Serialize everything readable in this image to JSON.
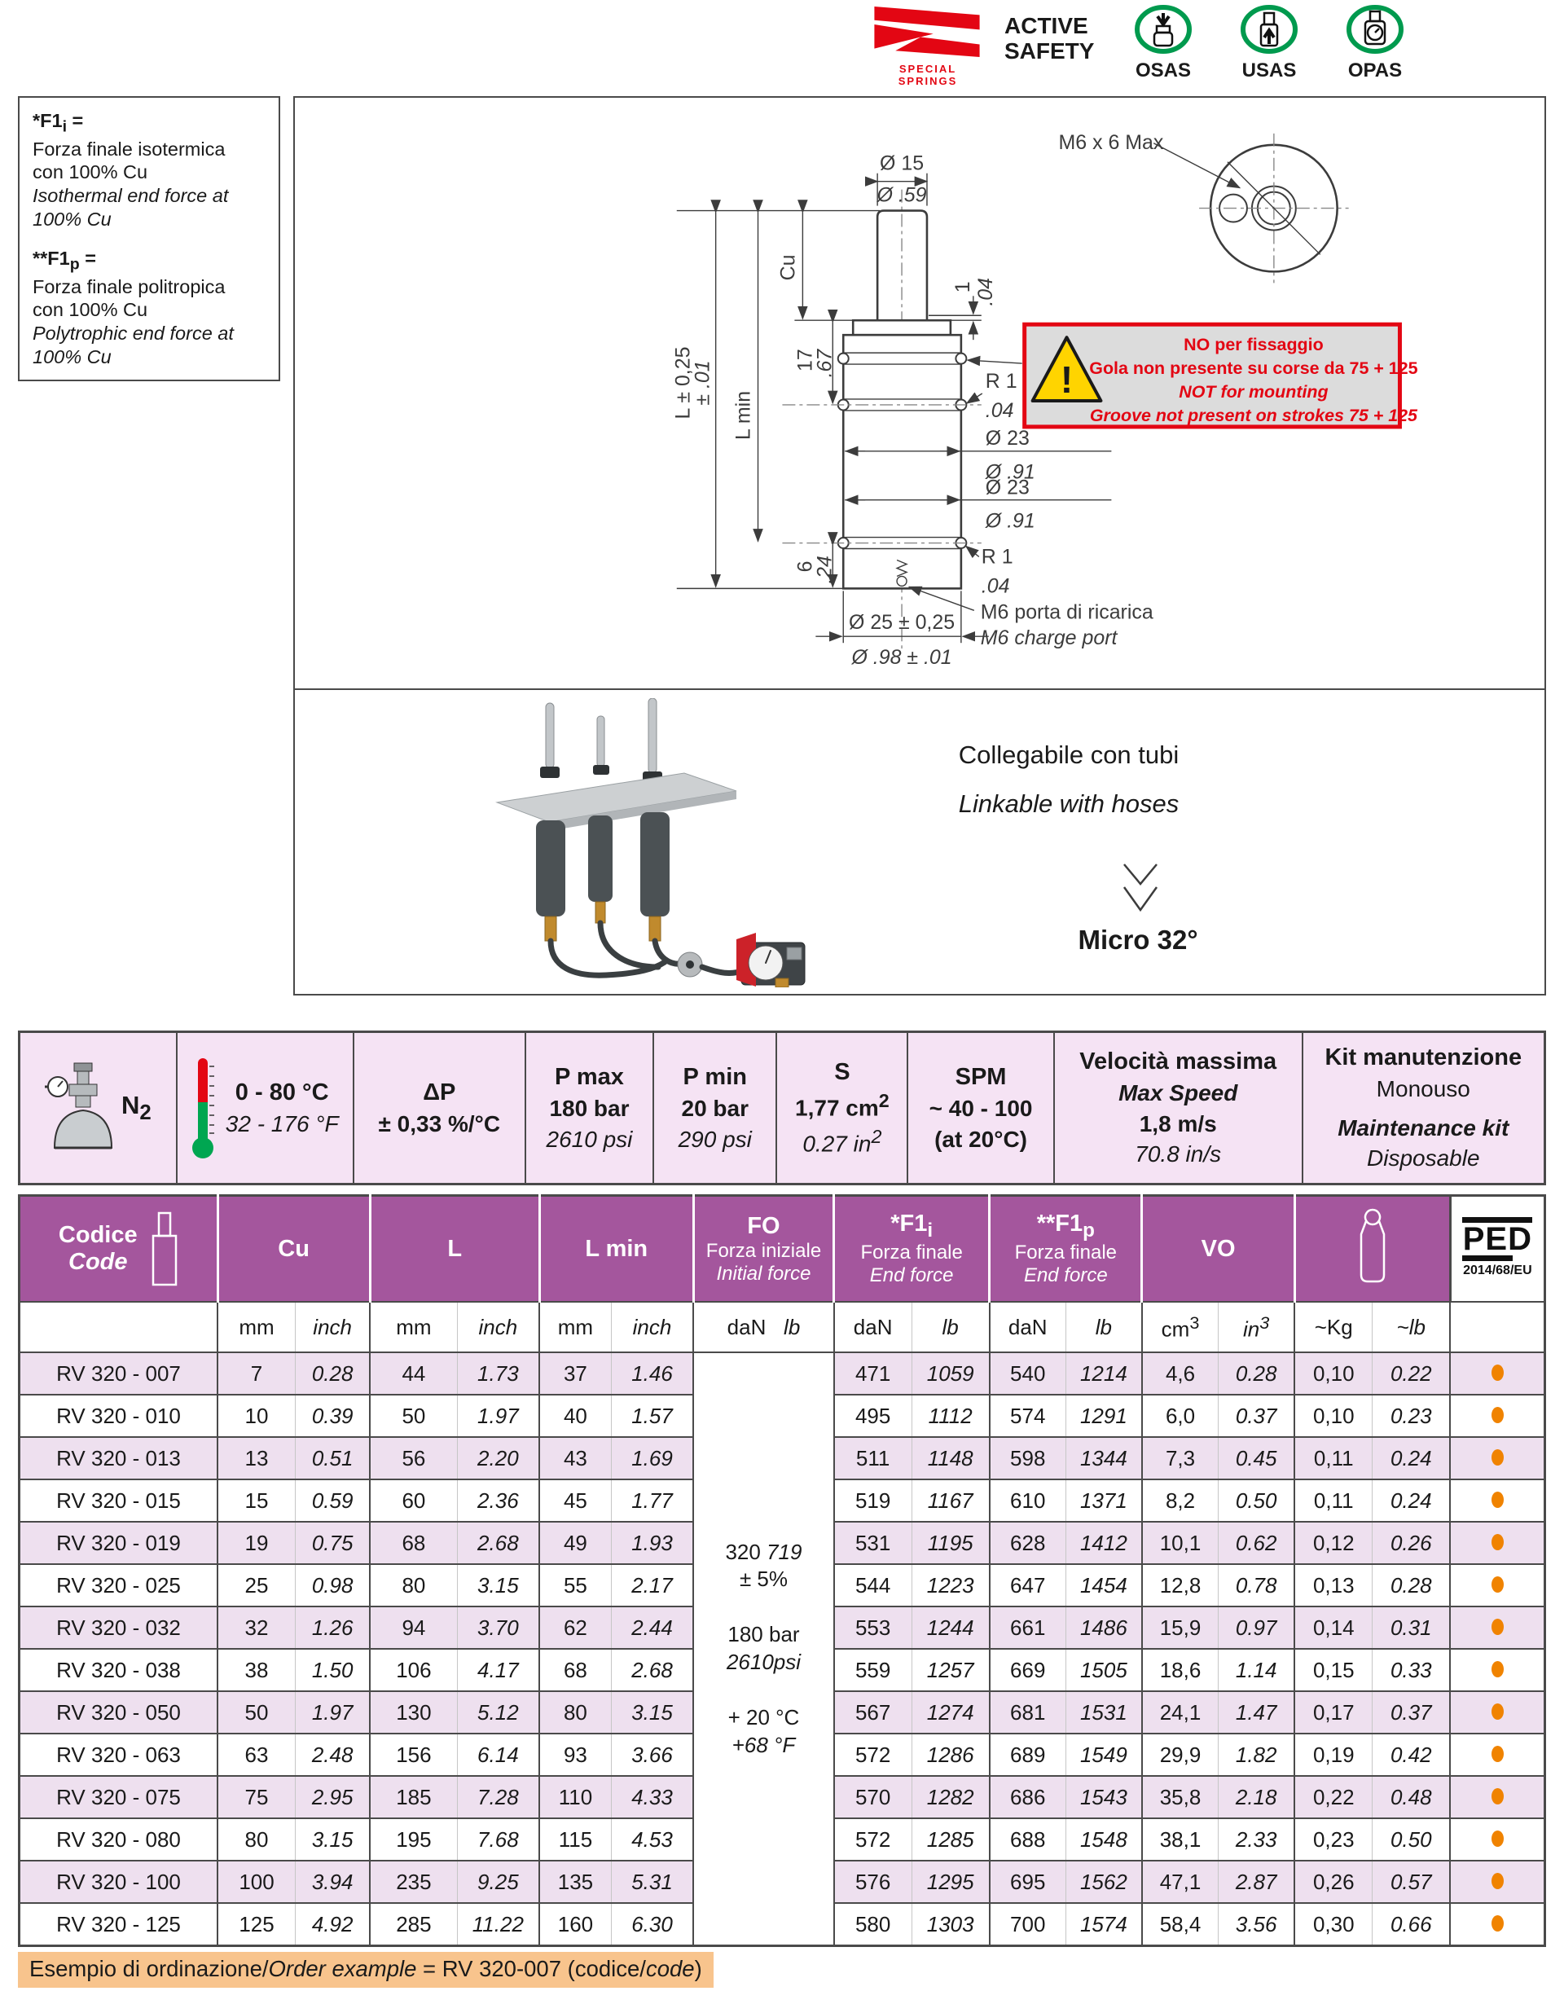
{
  "brand": {
    "logo_text": "SPECIAL SPRINGS",
    "active1": "ACTIVE",
    "active2": "SAFETY",
    "badges": [
      "OSAS",
      "USAS",
      "OPAS"
    ]
  },
  "info_box": {
    "f1i": {
      "sym": "*F1",
      "sub": "i",
      "eq": " =",
      "line_it1": "Forza finale isotermica",
      "line_it2": "con 100% Cu",
      "line_en": "Isothermal end force at 100% Cu"
    },
    "f1p": {
      "sym": "**F1",
      "sub": "p",
      "eq": " =",
      "line_it1": "Forza finale politropica",
      "line_it2": "con 100% Cu",
      "line_en": "Polytrophic end force at 100% Cu"
    }
  },
  "drawing": {
    "m6_max": "M6 x 6 Max",
    "dia15": "Ø 15",
    "dia15_in": "Ø .59",
    "cu": "Cu",
    "l": "L ± 0,25",
    "l_in": "± .01",
    "lmin": "L min",
    "d17": "17",
    "d17_in": ".67",
    "d1": "1",
    "d1_in": ".04",
    "r1": "R 1",
    "r1_in": ".04",
    "dia23": "Ø 23",
    "dia23_in": "Ø .91",
    "d6": "6",
    "d6_in": ".24",
    "port_it": "M6 porta di ricarica",
    "port_en": "M6 charge port",
    "dia25": "Ø 25 ± 0,25",
    "dia25_in": "Ø .98 ± .01",
    "warn_excl": "!",
    "warn1": "NO per fissaggio",
    "warn2": "Gola non presente su corse da 75 + 125",
    "warn3": "NOT for mounting",
    "warn4": "Groove not present on strokes 75 + 125"
  },
  "linkable": {
    "it": "Collegabile con tubi",
    "en": "Linkable with hoses",
    "micro": "Micro 32°"
  },
  "specs": {
    "n2": "N",
    "n2_sub": "2",
    "temp_c": "0 - 80 °C",
    "temp_f": "32 - 176 °F",
    "dp_title": "ΔP",
    "dp_value": "± 0,33 %/°C",
    "pmax_title": "P max",
    "pmax_bar": "180 bar",
    "pmax_psi": "2610 psi",
    "pmin_title": "P min",
    "pmin_bar": "20 bar",
    "pmin_psi": "290 psi",
    "s_title": "S",
    "s_cm": "1,77 cm",
    "s_cm_sup": "2",
    "s_in": "0.27 in",
    "s_in_sup": "2",
    "spm_title": "SPM",
    "spm_value": "~ 40 - 100",
    "spm_note": "(at 20°C)",
    "speed_title_it": "Velocità massima",
    "speed_title_en": "Max Speed",
    "speed_ms": "1,8 m/s",
    "speed_ins": "70.8 in/s",
    "kit_title": "Kit manutenzione",
    "kit_it": "Monouso",
    "kit_en": "Maintenance kit",
    "kit_en2": "Disposable"
  },
  "table": {
    "headers": {
      "code_it": "Codice",
      "code_en": "Code",
      "cu": "Cu",
      "l": "L",
      "lmin": "L min",
      "fo": "FO",
      "fo_it": "Forza iniziale",
      "fo_en": "Initial force",
      "f1i_sym": "*F1",
      "f1i_sub": "i",
      "f1p_sym": "**F1",
      "f1p_sub": "p",
      "f1_it": "Forza finale",
      "f1_en": "End force",
      "vo": "VO",
      "ped_word": "PED",
      "ped_dir": "2014/68/EU"
    },
    "units": {
      "mm": "mm",
      "inch": "inch",
      "dan": "daN",
      "lb": "lb",
      "cm3": "cm",
      "cm3_sup": "3",
      "in3": "in",
      "in3_sup": "3",
      "kg": "~Kg",
      "lbw": "~lb"
    },
    "fo_cell": {
      "force_dan": "320",
      "force_lb": "719",
      "tol": "± 5%",
      "bar": "180 bar",
      "psi": "2610psi",
      "temp_c": "+ 20 °C",
      "temp_f": "+68 °F"
    },
    "rows": [
      {
        "code": "RV 320 - 007",
        "cu_mm": "7",
        "cu_in": "0.28",
        "l_mm": "44",
        "l_in": "1.73",
        "lmin_mm": "37",
        "lmin_in": "1.46",
        "f1i_dan": "471",
        "f1i_lb": "1059",
        "f1p_dan": "540",
        "f1p_lb": "1214",
        "vo_cm": "4,6",
        "vo_in": "0.28",
        "kg": "0,10",
        "lb": "0.22"
      },
      {
        "code": "RV 320 - 010",
        "cu_mm": "10",
        "cu_in": "0.39",
        "l_mm": "50",
        "l_in": "1.97",
        "lmin_mm": "40",
        "lmin_in": "1.57",
        "f1i_dan": "495",
        "f1i_lb": "1112",
        "f1p_dan": "574",
        "f1p_lb": "1291",
        "vo_cm": "6,0",
        "vo_in": "0.37",
        "kg": "0,10",
        "lb": "0.23"
      },
      {
        "code": "RV 320 - 013",
        "cu_mm": "13",
        "cu_in": "0.51",
        "l_mm": "56",
        "l_in": "2.20",
        "lmin_mm": "43",
        "lmin_in": "1.69",
        "f1i_dan": "511",
        "f1i_lb": "1148",
        "f1p_dan": "598",
        "f1p_lb": "1344",
        "vo_cm": "7,3",
        "vo_in": "0.45",
        "kg": "0,11",
        "lb": "0.24"
      },
      {
        "code": "RV 320 - 015",
        "cu_mm": "15",
        "cu_in": "0.59",
        "l_mm": "60",
        "l_in": "2.36",
        "lmin_mm": "45",
        "lmin_in": "1.77",
        "f1i_dan": "519",
        "f1i_lb": "1167",
        "f1p_dan": "610",
        "f1p_lb": "1371",
        "vo_cm": "8,2",
        "vo_in": "0.50",
        "kg": "0,11",
        "lb": "0.24"
      },
      {
        "code": "RV 320 - 019",
        "cu_mm": "19",
        "cu_in": "0.75",
        "l_mm": "68",
        "l_in": "2.68",
        "lmin_mm": "49",
        "lmin_in": "1.93",
        "f1i_dan": "531",
        "f1i_lb": "1195",
        "f1p_dan": "628",
        "f1p_lb": "1412",
        "vo_cm": "10,1",
        "vo_in": "0.62",
        "kg": "0,12",
        "lb": "0.26"
      },
      {
        "code": "RV 320 - 025",
        "cu_mm": "25",
        "cu_in": "0.98",
        "l_mm": "80",
        "l_in": "3.15",
        "lmin_mm": "55",
        "lmin_in": "2.17",
        "f1i_dan": "544",
        "f1i_lb": "1223",
        "f1p_dan": "647",
        "f1p_lb": "1454",
        "vo_cm": "12,8",
        "vo_in": "0.78",
        "kg": "0,13",
        "lb": "0.28"
      },
      {
        "code": "RV 320 - 032",
        "cu_mm": "32",
        "cu_in": "1.26",
        "l_mm": "94",
        "l_in": "3.70",
        "lmin_mm": "62",
        "lmin_in": "2.44",
        "f1i_dan": "553",
        "f1i_lb": "1244",
        "f1p_dan": "661",
        "f1p_lb": "1486",
        "vo_cm": "15,9",
        "vo_in": "0.97",
        "kg": "0,14",
        "lb": "0.31"
      },
      {
        "code": "RV 320 - 038",
        "cu_mm": "38",
        "cu_in": "1.50",
        "l_mm": "106",
        "l_in": "4.17",
        "lmin_mm": "68",
        "lmin_in": "2.68",
        "f1i_dan": "559",
        "f1i_lb": "1257",
        "f1p_dan": "669",
        "f1p_lb": "1505",
        "vo_cm": "18,6",
        "vo_in": "1.14",
        "kg": "0,15",
        "lb": "0.33"
      },
      {
        "code": "RV 320 - 050",
        "cu_mm": "50",
        "cu_in": "1.97",
        "l_mm": "130",
        "l_in": "5.12",
        "lmin_mm": "80",
        "lmin_in": "3.15",
        "f1i_dan": "567",
        "f1i_lb": "1274",
        "f1p_dan": "681",
        "f1p_lb": "1531",
        "vo_cm": "24,1",
        "vo_in": "1.47",
        "kg": "0,17",
        "lb": "0.37"
      },
      {
        "code": "RV 320 - 063",
        "cu_mm": "63",
        "cu_in": "2.48",
        "l_mm": "156",
        "l_in": "6.14",
        "lmin_mm": "93",
        "lmin_in": "3.66",
        "f1i_dan": "572",
        "f1i_lb": "1286",
        "f1p_dan": "689",
        "f1p_lb": "1549",
        "vo_cm": "29,9",
        "vo_in": "1.82",
        "kg": "0,19",
        "lb": "0.42"
      },
      {
        "code": "RV 320 - 075",
        "cu_mm": "75",
        "cu_in": "2.95",
        "l_mm": "185",
        "l_in": "7.28",
        "lmin_mm": "110",
        "lmin_in": "4.33",
        "f1i_dan": "570",
        "f1i_lb": "1282",
        "f1p_dan": "686",
        "f1p_lb": "1543",
        "vo_cm": "35,8",
        "vo_in": "2.18",
        "kg": "0,22",
        "lb": "0.48"
      },
      {
        "code": "RV 320 - 080",
        "cu_mm": "80",
        "cu_in": "3.15",
        "l_mm": "195",
        "l_in": "7.68",
        "lmin_mm": "115",
        "lmin_in": "4.53",
        "f1i_dan": "572",
        "f1i_lb": "1285",
        "f1p_dan": "688",
        "f1p_lb": "1548",
        "vo_cm": "38,1",
        "vo_in": "2.33",
        "kg": "0,23",
        "lb": "0.50"
      },
      {
        "code": "RV 320 - 100",
        "cu_mm": "100",
        "cu_in": "3.94",
        "l_mm": "235",
        "l_in": "9.25",
        "lmin_mm": "135",
        "lmin_in": "5.31",
        "f1i_dan": "576",
        "f1i_lb": "1295",
        "f1p_dan": "695",
        "f1p_lb": "1562",
        "vo_cm": "47,1",
        "vo_in": "2.87",
        "kg": "0,26",
        "lb": "0.57"
      },
      {
        "code": "RV 320 - 125",
        "cu_mm": "125",
        "cu_in": "4.92",
        "l_mm": "285",
        "l_in": "11.22",
        "lmin_mm": "160",
        "lmin_in": "6.30",
        "f1i_dan": "580",
        "f1i_lb": "1303",
        "f1p_dan": "700",
        "f1p_lb": "1574",
        "vo_cm": "58,4",
        "vo_in": "3.56",
        "kg": "0,30",
        "lb": "0.66"
      }
    ]
  },
  "order": {
    "p1": "Esempio di ordinazione/",
    "p2": "Order example",
    "p3": " = RV 320-007 (codice/",
    "p4": "code",
    "p5": ")"
  }
}
